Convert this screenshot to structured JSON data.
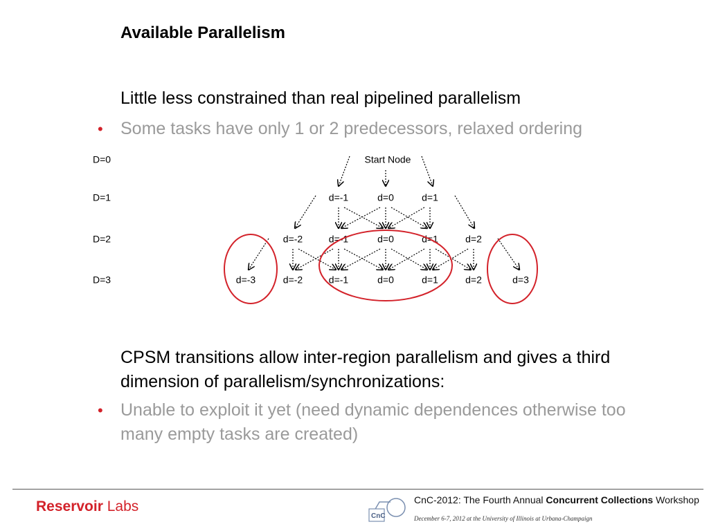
{
  "slide": {
    "title": "Available Parallelism",
    "line1": "Little less constrained than real pipelined parallelism",
    "bullet1": "Some tasks have only 1 or 2 predecessors, relaxed ordering",
    "line2": "CPSM transitions allow inter-region parallelism and gives a third dimension of parallelism/synchronizations:",
    "bullet2": "Unable to exploit it yet (need dynamic dependences otherwise too many empty tasks are created)",
    "bullet_glyph": "•"
  },
  "diagram": {
    "start_node": "Start Node",
    "levels": [
      "D=0",
      "D=1",
      "D=2",
      "D=3"
    ],
    "row1": [
      "d=-1",
      "d=0",
      "d=1"
    ],
    "row2": [
      "d=-2",
      "d=-1",
      "d=0",
      "d=1",
      "d=2"
    ],
    "row3": [
      "d=-3",
      "d=-2",
      "d=-1",
      "d=0",
      "d=1",
      "d=2",
      "d=3"
    ],
    "highlight_color": "#d3222a"
  },
  "footer": {
    "brand_bold": "Reservoir",
    "brand_rest": " Labs",
    "workshop_prefix": "CnC-2012: The Fourth Annual ",
    "workshop_bold": "Concurrent Collections",
    "workshop_suffix": " Workshop",
    "workshop_date": "December 6-7, 2012 at the University of Illinois at Urbana-Champaign",
    "logo_text": "CnC"
  }
}
